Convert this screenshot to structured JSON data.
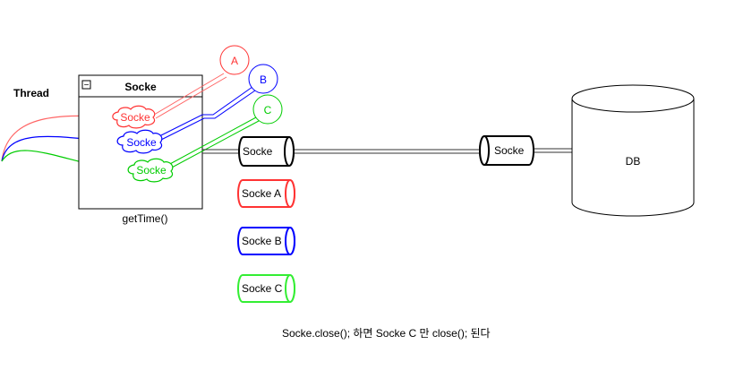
{
  "thread_label": "Thread",
  "class_box": {
    "title": "Socke",
    "caption": "getTime()",
    "collapse_glyph": "−"
  },
  "clouds": {
    "a": {
      "label": "Socke",
      "color": "#ff3333"
    },
    "b": {
      "label": "Socke",
      "color": "#0000ff"
    },
    "c": {
      "label": "Socke",
      "color": "#00cc00"
    }
  },
  "circles": {
    "a": {
      "label": "A",
      "color": "#ff3333"
    },
    "b": {
      "label": "B",
      "color": "#0000ff"
    },
    "c": {
      "label": "C",
      "color": "#00cc00"
    }
  },
  "sockets": {
    "main": {
      "label": "Socke",
      "color": "#000000"
    },
    "a": {
      "label": "Socke A",
      "color": "#ff3333"
    },
    "b": {
      "label": "Socke B",
      "color": "#0000ff"
    },
    "c": {
      "label": "Socke C",
      "color": "#00cc00"
    },
    "server": {
      "label": "Socke",
      "color": "#000000"
    }
  },
  "database": {
    "label": "DB"
  },
  "footnote": "Socke.close(); 하면 Socke C 만 close(); 된다"
}
